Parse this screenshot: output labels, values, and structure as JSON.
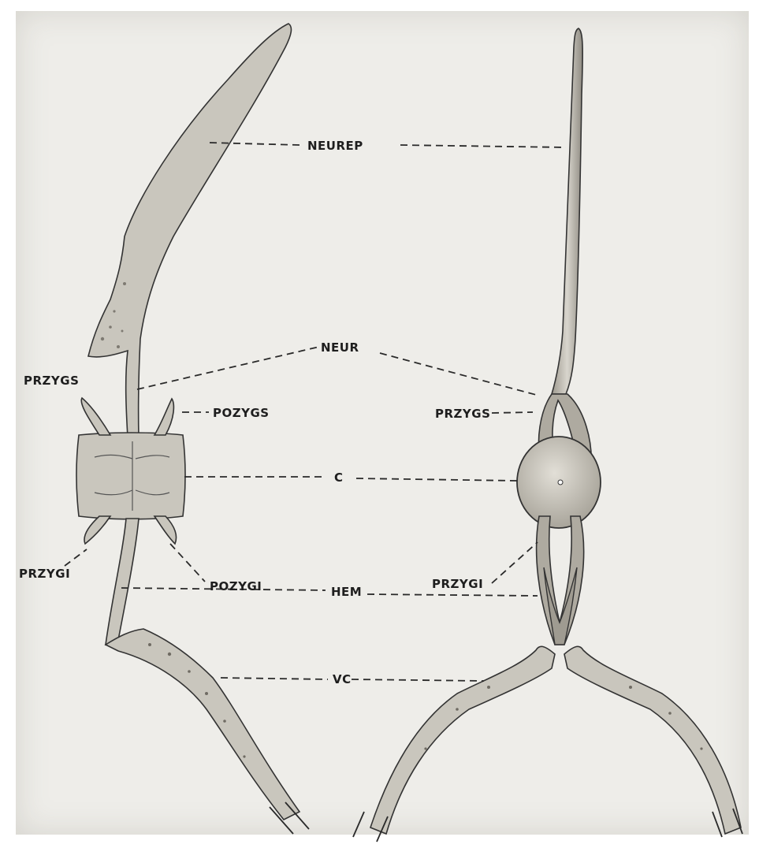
{
  "figure": {
    "labels": {
      "neurep": "NEUREP",
      "neur": "NEUR",
      "przygs_left": "PRZYGS",
      "pozygs": "POZYGS",
      "c": "C",
      "przygi_left": "PRZYGI",
      "pozygi": "POZYGI",
      "hem": "HEM",
      "vc": "VC",
      "przygs_right": "PRZYGS",
      "przygi_right": "PRZYGI"
    },
    "colors": {
      "paper": "#eeede9",
      "bone": "#c9c6bd",
      "ink": "#1e1e1e"
    }
  }
}
